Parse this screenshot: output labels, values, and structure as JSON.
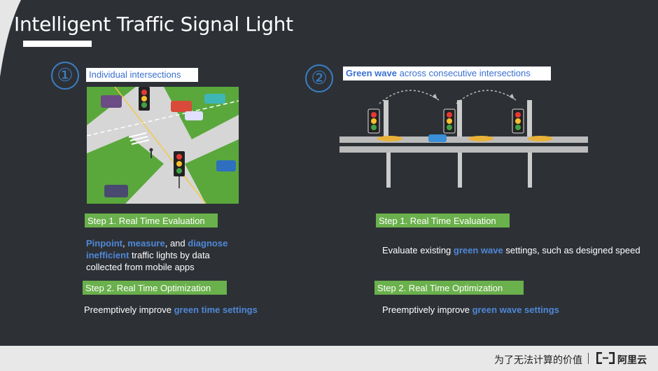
{
  "title": "Intelligent Traffic Signal Light",
  "left": {
    "number": "①",
    "label": "Individual intersections",
    "step1": "Step 1. Real Time Evaluation",
    "desc1": {
      "hl1": "Pinpoint",
      "t1": ", ",
      "hl2": "measure",
      "t2": ", and ",
      "hl3": "diagnose inefficient",
      "t3": " traffic lights  by data collected from mobile apps"
    },
    "step2": "Step 2. Real Time Optimization",
    "desc2": {
      "t1": "Preemptively improve ",
      "hl1": "green time settings"
    }
  },
  "right": {
    "number": "②",
    "label_hl": "Green wave",
    "label_rest": " across consecutive intersections",
    "step1": "Step 1. Real Time Evaluation",
    "desc1": {
      "t1": "Evaluate existing ",
      "hl1": "green wave",
      "t2": " settings, such as designed speed"
    },
    "step2": "Step 2. Real Time Optimization",
    "desc2": {
      "t1": "Preemptively improve ",
      "hl1": "green wave settings"
    }
  },
  "footer": {
    "slogan": "为了无法计算的价值",
    "brand": "阿里云"
  },
  "colors": {
    "background": "#2d3136",
    "accent_blue": "#3b7fc4",
    "highlight_blue": "#4f88d8",
    "step_green": "#6ab04c"
  }
}
